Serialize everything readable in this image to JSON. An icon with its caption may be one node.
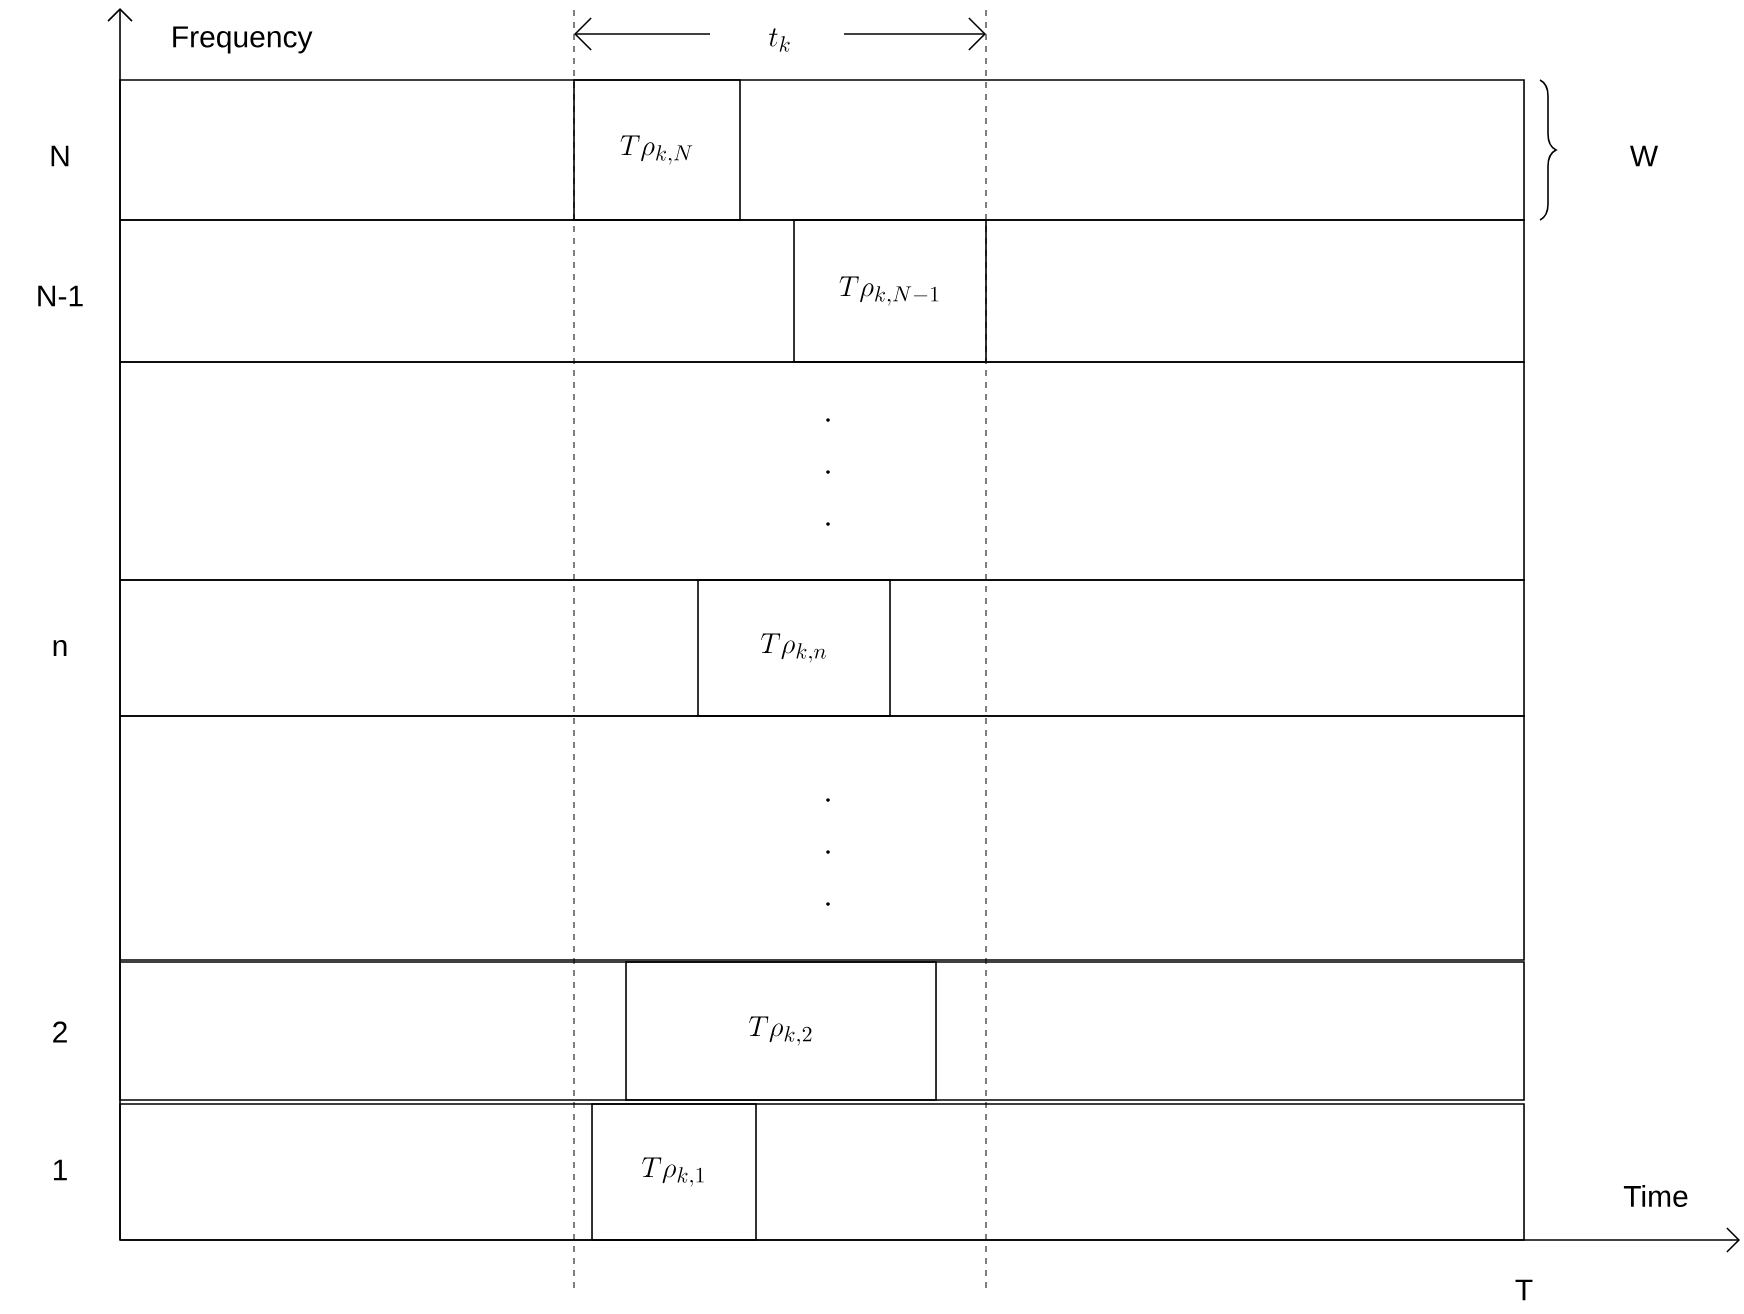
{
  "diagram": {
    "nodes": [
      {
        "text": [
          "T\\rho_{k,N}"
        ]
      },
      {
        "text": [
          "T\\rho_{k,N-1}"
        ]
      },
      {
        "text": [
          "T\\rho_{k,n}"
        ]
      },
      {
        "text": [
          "T\\rho_{k,2}"
        ]
      },
      {
        "text": [
          "T\\rho_{k,1}"
        ]
      }
    ],
    "edges": [],
    "labels": [
      "Frequency",
      "t_k",
      "N",
      "W",
      "N-1",
      "n",
      "2",
      "Time",
      "1",
      "T"
    ]
  }
}
